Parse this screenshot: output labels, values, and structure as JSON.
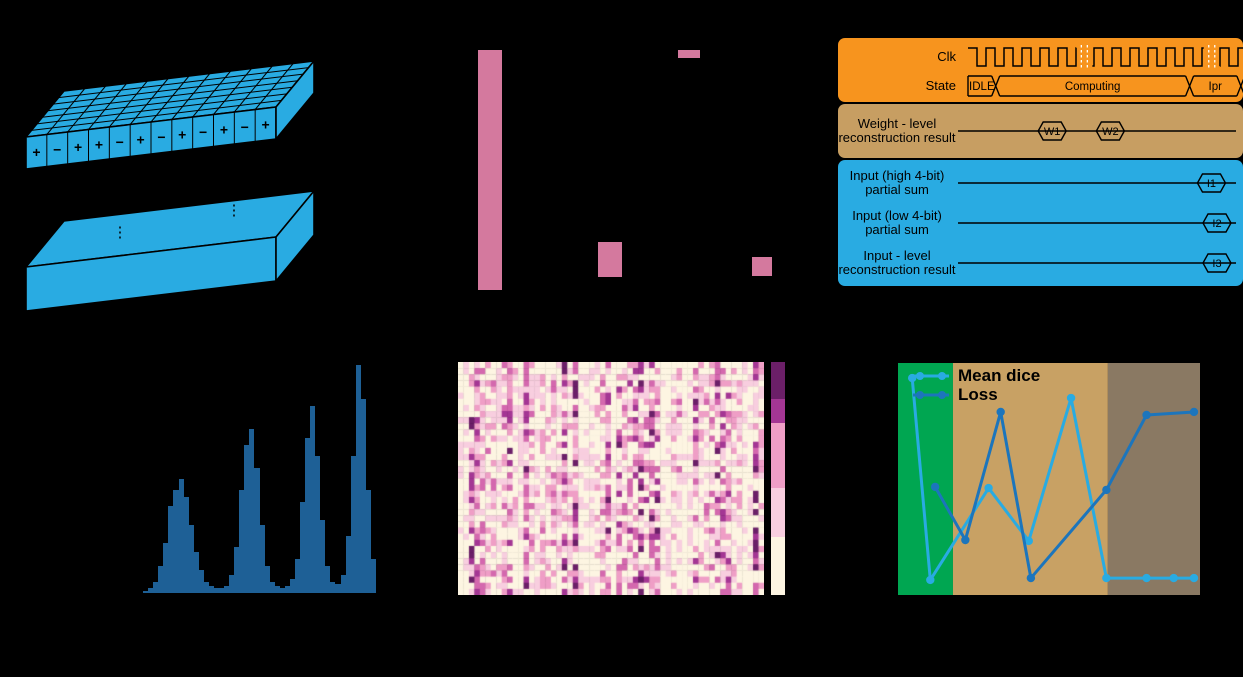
{
  "figure": {
    "background": "#000000"
  },
  "crossbar": {
    "slab_color": "#29ABE2",
    "outline_color": "#000000",
    "grid": {
      "cols": 12,
      "rows": 7
    },
    "front_symbols": [
      "+",
      "−",
      "+",
      "+",
      "−",
      "+",
      "−",
      "+",
      "−",
      "+",
      "−",
      "+"
    ],
    "dots": [
      "⋮",
      "⋮"
    ]
  },
  "timing": {
    "bands": [
      {
        "color": "#F7941E",
        "align": "right",
        "signals": [
          {
            "label": "Clk",
            "type": "clock",
            "periods": 15,
            "gaps": [
              0.42,
              0.88
            ]
          },
          {
            "label": "State",
            "type": "bus",
            "segments": [
              {
                "text": "IDLE",
                "from": 0,
                "to": 0.1
              },
              {
                "text": "Computing",
                "from": 0.1,
                "to": 0.8
              },
              {
                "text": "Ipr",
                "from": 0.8,
                "to": 0.985
              }
            ]
          }
        ]
      },
      {
        "color": "#C79E62",
        "align": "center",
        "signals": [
          {
            "label": "Weight - level reconstruction result",
            "type": "line-bus",
            "bubbles": [
              {
                "text": "W1",
                "at": 0.34
              },
              {
                "text": "W2",
                "at": 0.55
              }
            ]
          }
        ]
      },
      {
        "color": "#29ABE2",
        "align": "center",
        "signals": [
          {
            "label": "Input (high 4-bit) partial sum",
            "type": "line-bus",
            "bubbles": [
              {
                "text": "I1",
                "at": 0.915
              }
            ]
          },
          {
            "label": "Input (low 4-bit) partial sum",
            "type": "line-bus",
            "bubbles": [
              {
                "text": "I2",
                "at": 0.935
              }
            ]
          },
          {
            "label": "Input - level reconstruction result",
            "type": "line-bus",
            "bubbles": [
              {
                "text": "I3",
                "at": 0.935
              }
            ]
          }
        ]
      }
    ]
  },
  "chart_data": [
    {
      "id": "pink_bar_chart",
      "type": "bar",
      "color": "#D4799E",
      "segments": [
        {
          "x": 0.066,
          "w": 0.069,
          "top": 0.039,
          "bottom": 0.98
        },
        {
          "x": 0.409,
          "w": 0.069,
          "top": 0.792,
          "bottom": 0.929
        },
        {
          "x": 0.637,
          "w": 0.063,
          "top": 0.039,
          "bottom": 0.071
        },
        {
          "x": 0.849,
          "w": 0.057,
          "top": 0.851,
          "bottom": 0.925
        }
      ]
    },
    {
      "id": "histogram",
      "type": "bar",
      "color": "#1E6096",
      "ylim": [
        0,
        1
      ],
      "values": [
        0,
        0.01,
        0.02,
        0.05,
        0.12,
        0.22,
        0.38,
        0.45,
        0.5,
        0.42,
        0.3,
        0.18,
        0.1,
        0.05,
        0.03,
        0.02,
        0.02,
        0.03,
        0.08,
        0.2,
        0.45,
        0.65,
        0.72,
        0.55,
        0.3,
        0.12,
        0.05,
        0.03,
        0.02,
        0.03,
        0.06,
        0.15,
        0.4,
        0.68,
        0.82,
        0.6,
        0.32,
        0.12,
        0.05,
        0.04,
        0.08,
        0.25,
        0.6,
        1.0,
        0.85,
        0.45,
        0.15
      ]
    },
    {
      "id": "heatmap",
      "type": "heatmap",
      "rows": 38,
      "cols": 56,
      "seed": 7,
      "palette": [
        "#FDF5E2",
        "#F8CEDF",
        "#EF9EC6",
        "#D468AE",
        "#A43694",
        "#6B1F68"
      ],
      "thresholds": [
        0.3,
        0.48,
        0.63,
        0.78,
        0.9
      ],
      "colorbar": [
        {
          "color": "#6B1F68",
          "frac": 0.16
        },
        {
          "color": "#A43694",
          "frac": 0.1
        },
        {
          "color": "#EF9EC6",
          "frac": 0.28
        },
        {
          "color": "#F8CEDF",
          "frac": 0.21
        },
        {
          "color": "#FDF5E2",
          "frac": 0.25
        }
      ]
    },
    {
      "id": "training_curves",
      "type": "line",
      "legend_position": "upper-left",
      "bands": [
        {
          "color": "#00A651",
          "from": 0,
          "to": 0.182
        },
        {
          "color": "#C8A164",
          "from": 0.182,
          "to": 0.695
        },
        {
          "color": "#8A7963",
          "from": 0.695,
          "to": 1
        }
      ],
      "series": [
        {
          "name": "Mean dice",
          "color": "#29ABE2",
          "points": [
            [
              0.047,
              0.065
            ],
            [
              0.107,
              0.935
            ],
            [
              0.3,
              0.539
            ],
            [
              0.433,
              0.767
            ],
            [
              0.573,
              0.151
            ],
            [
              0.69,
              0.927
            ],
            [
              0.823,
              0.927
            ],
            [
              0.913,
              0.927
            ],
            [
              0.98,
              0.927
            ]
          ]
        },
        {
          "name": "Loss",
          "color": "#1C75BC",
          "points": [
            [
              0.123,
              0.534
            ],
            [
              0.223,
              0.763
            ],
            [
              0.34,
              0.211
            ],
            [
              0.44,
              0.927
            ],
            [
              0.69,
              0.547
            ],
            [
              0.823,
              0.224
            ],
            [
              0.98,
              0.211
            ]
          ]
        }
      ]
    }
  ]
}
